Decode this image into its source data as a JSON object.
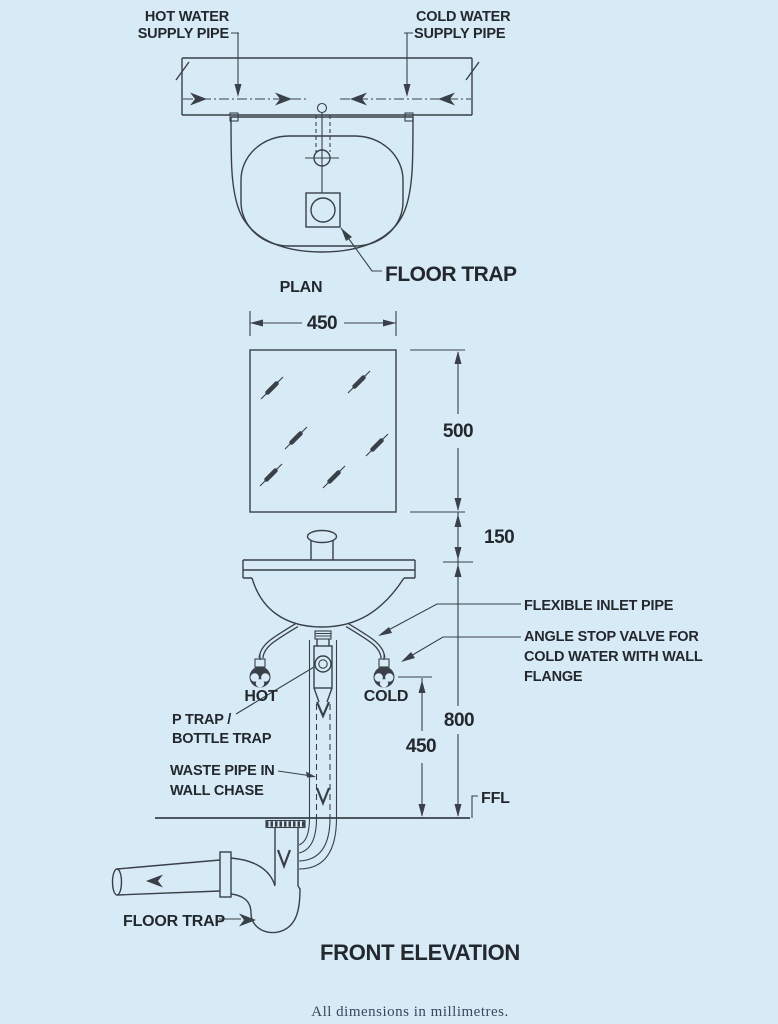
{
  "colors": {
    "background": "#d7ebf7",
    "line": "#3a4047",
    "text": "#24282d"
  },
  "plan": {
    "hot_water_label": {
      "line1": "HOT WATER",
      "line2": "SUPPLY PIPE"
    },
    "cold_water_label": {
      "line1": "COLD WATER",
      "line2": "SUPPLY PIPE"
    },
    "floor_trap_label": "FLOOR TRAP",
    "title": "PLAN"
  },
  "elevation": {
    "dim_mirror_width": "450",
    "dim_mirror_height": "500",
    "dim_mirror_gap": "150",
    "dim_rim_height": "800",
    "dim_valve_height": "450",
    "ffl_label": "FFL",
    "flexible_inlet_label": "FLEXIBLE INLET PIPE",
    "angle_stop_label": {
      "line1": "ANGLE STOP VALVE FOR",
      "line2": "COLD WATER WITH WALL",
      "line3": "FLANGE"
    },
    "hot_label": "HOT",
    "cold_label": "COLD",
    "p_trap_label": {
      "line1": "P TRAP /",
      "line2": "BOTTLE TRAP"
    },
    "waste_pipe_label": {
      "line1": "WASTE PIPE IN",
      "line2": "WALL CHASE"
    },
    "floor_trap_label": "FLOOR TRAP",
    "title": "FRONT ELEVATION"
  },
  "footer": {
    "note": "All dimensions in millimetres."
  }
}
